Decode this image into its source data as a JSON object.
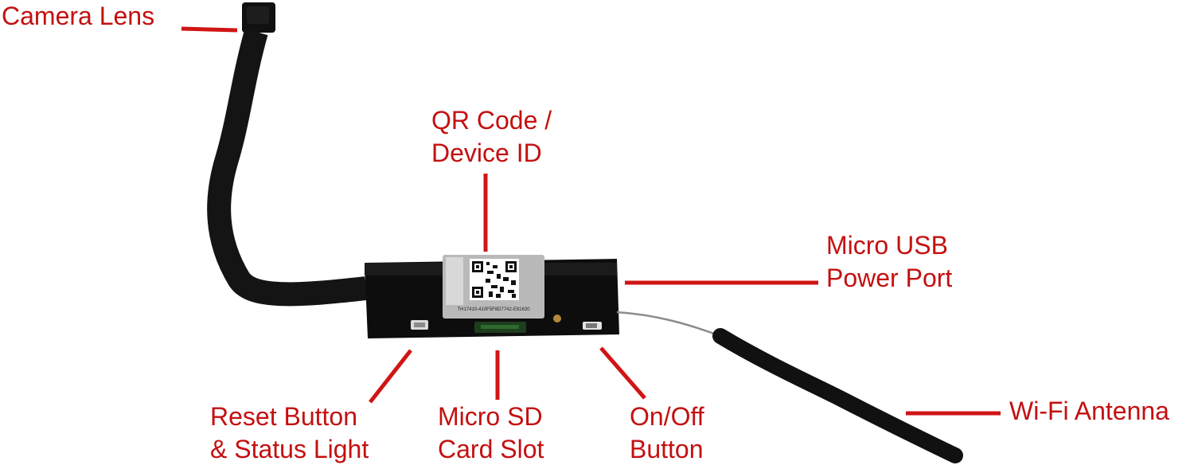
{
  "colors": {
    "label": "#c41010",
    "leader": "#d01515",
    "device_body": "#0d0d0d",
    "cable": "#141414",
    "qr_sticker": "#b9b9b9"
  },
  "labels": {
    "camera_lens": [
      "Camera Lens"
    ],
    "qr_code": [
      "QR Code /",
      "Device ID"
    ],
    "micro_usb": [
      "Micro USB",
      "Power Port"
    ],
    "reset_button": [
      "Reset Button",
      "& Status Light"
    ],
    "micro_sd": [
      "Micro SD",
      "Card Slot"
    ],
    "on_off": [
      "On/Off",
      "Button"
    ],
    "wifi_antenna": [
      "Wi-Fi Antenna"
    ]
  },
  "sticker_serial": "TH17410-410F5F8D7742-E81630"
}
